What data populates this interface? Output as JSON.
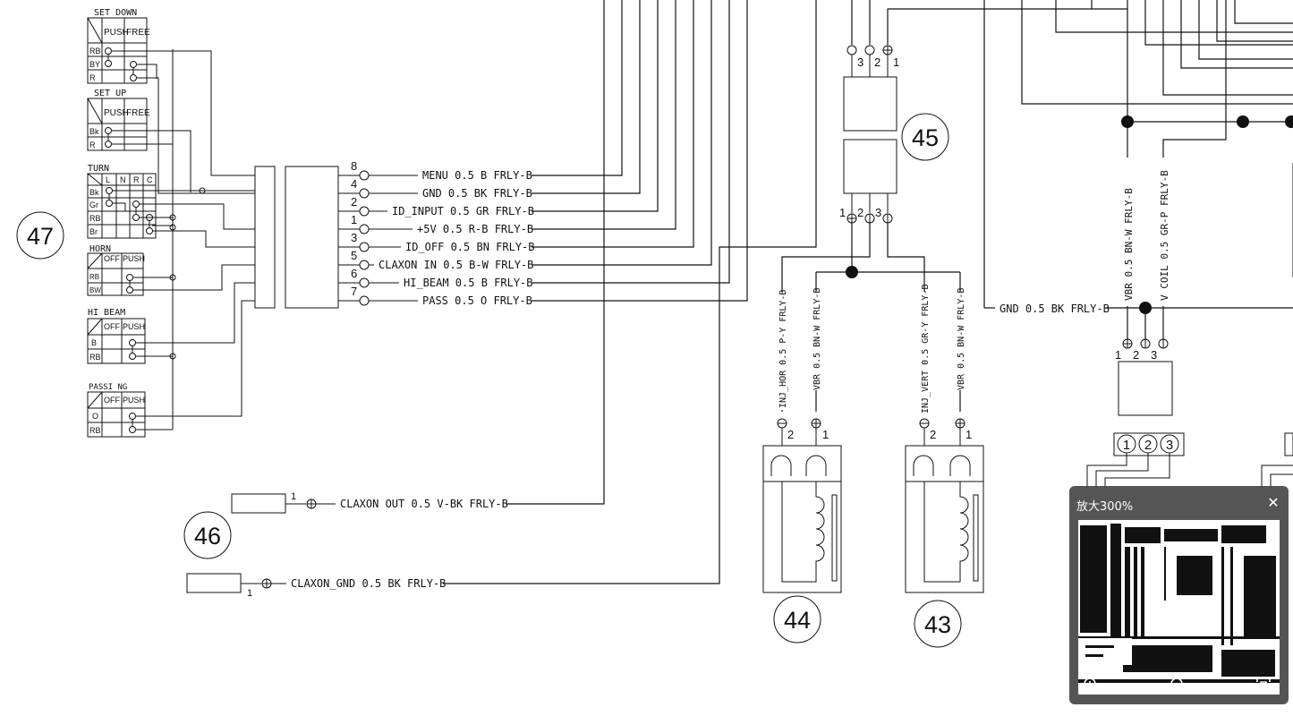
{
  "diagram": {
    "callouts": {
      "c43": "43",
      "c44": "44",
      "c45": "45",
      "c46": "46",
      "c47": "47"
    },
    "switches": {
      "set_down": {
        "title": "SET DOWN",
        "col1": "PUSH",
        "col2": "FREE",
        "rows": [
          "RB",
          "BY",
          "R"
        ]
      },
      "set_up": {
        "title": "SET UP",
        "col1": "PUSH",
        "col2": "FREE",
        "rows": [
          "Bk",
          "R"
        ]
      },
      "turn": {
        "title": "TURN",
        "cols": [
          "L",
          "N",
          "R",
          "C"
        ],
        "rows": [
          "Bk",
          "Gr",
          "RB",
          "Br"
        ]
      },
      "horn": {
        "title": "HORN",
        "col1": "OFF",
        "col2": "PUSH",
        "rows": [
          "RB",
          "BW"
        ]
      },
      "hi_beam": {
        "title": "HI BEAM",
        "col1": "OFF",
        "col2": "PUSH",
        "rows": [
          "B",
          "RB"
        ]
      },
      "passing": {
        "title": "PASSI NG",
        "col1": "OFF",
        "col2": "PUSH",
        "rows": [
          "O",
          "RB"
        ]
      }
    },
    "left_connector": {
      "pins": [
        "8",
        "4",
        "2",
        "1",
        "3",
        "5",
        "6",
        "7"
      ],
      "wires": [
        "MENU 0.5 B FRLY-B",
        "GND 0.5 BK FRLY-B",
        "ID_INPUT 0.5 GR FRLY-B",
        "+5V 0.5 R-B FRLY-B",
        "ID_OFF 0.5 BN FRLY-B",
        "CLAXON IN 0.5 B-W FRLY-B",
        "HI_BEAM 0.5 B FRLY-B",
        "PASS 0.5 O FRLY-B"
      ]
    },
    "claxon_out": {
      "pin": "1",
      "label": "CLAXON OUT 0.5 V-BK FRLY-B"
    },
    "claxon_gnd": {
      "pin": "1",
      "label": "CLAXON_GND 0.5 BK FRLY-B"
    },
    "c45_pins_top": [
      "3",
      "2",
      "1"
    ],
    "c45_pins_bottom": [
      "1",
      "2",
      "3"
    ],
    "inj_wires": [
      {
        "label": "INJ_HOR 0.5 P-Y FRLY-B",
        "pin": "2"
      },
      {
        "label": "VBR 0.5 BN-W FRLY-B",
        "pin": "1"
      },
      {
        "label": "INJ_VERT 0.5 GR-Y FRLY-B",
        "pin": "2"
      },
      {
        "label": "VBR 0.5 BN-W FRLY-B",
        "pin": "1"
      }
    ],
    "right_gnd": "GND 0.5 BK FRLY-B",
    "right_vertical": [
      "VBR 0.5 BN-W FRLY-B",
      "V COIL 0.5 GR-P FRLY-B"
    ],
    "right_pins": [
      "1",
      "2",
      "3"
    ],
    "right_circles": [
      "1",
      "2",
      "3"
    ]
  },
  "zoom_panel": {
    "title": "放大300%",
    "close_icon": "close-icon",
    "zoom_in_icon": "zoom-in-icon",
    "zoom_out_icon": "zoom-out-icon",
    "fit_icon": "fit-screen-icon"
  }
}
